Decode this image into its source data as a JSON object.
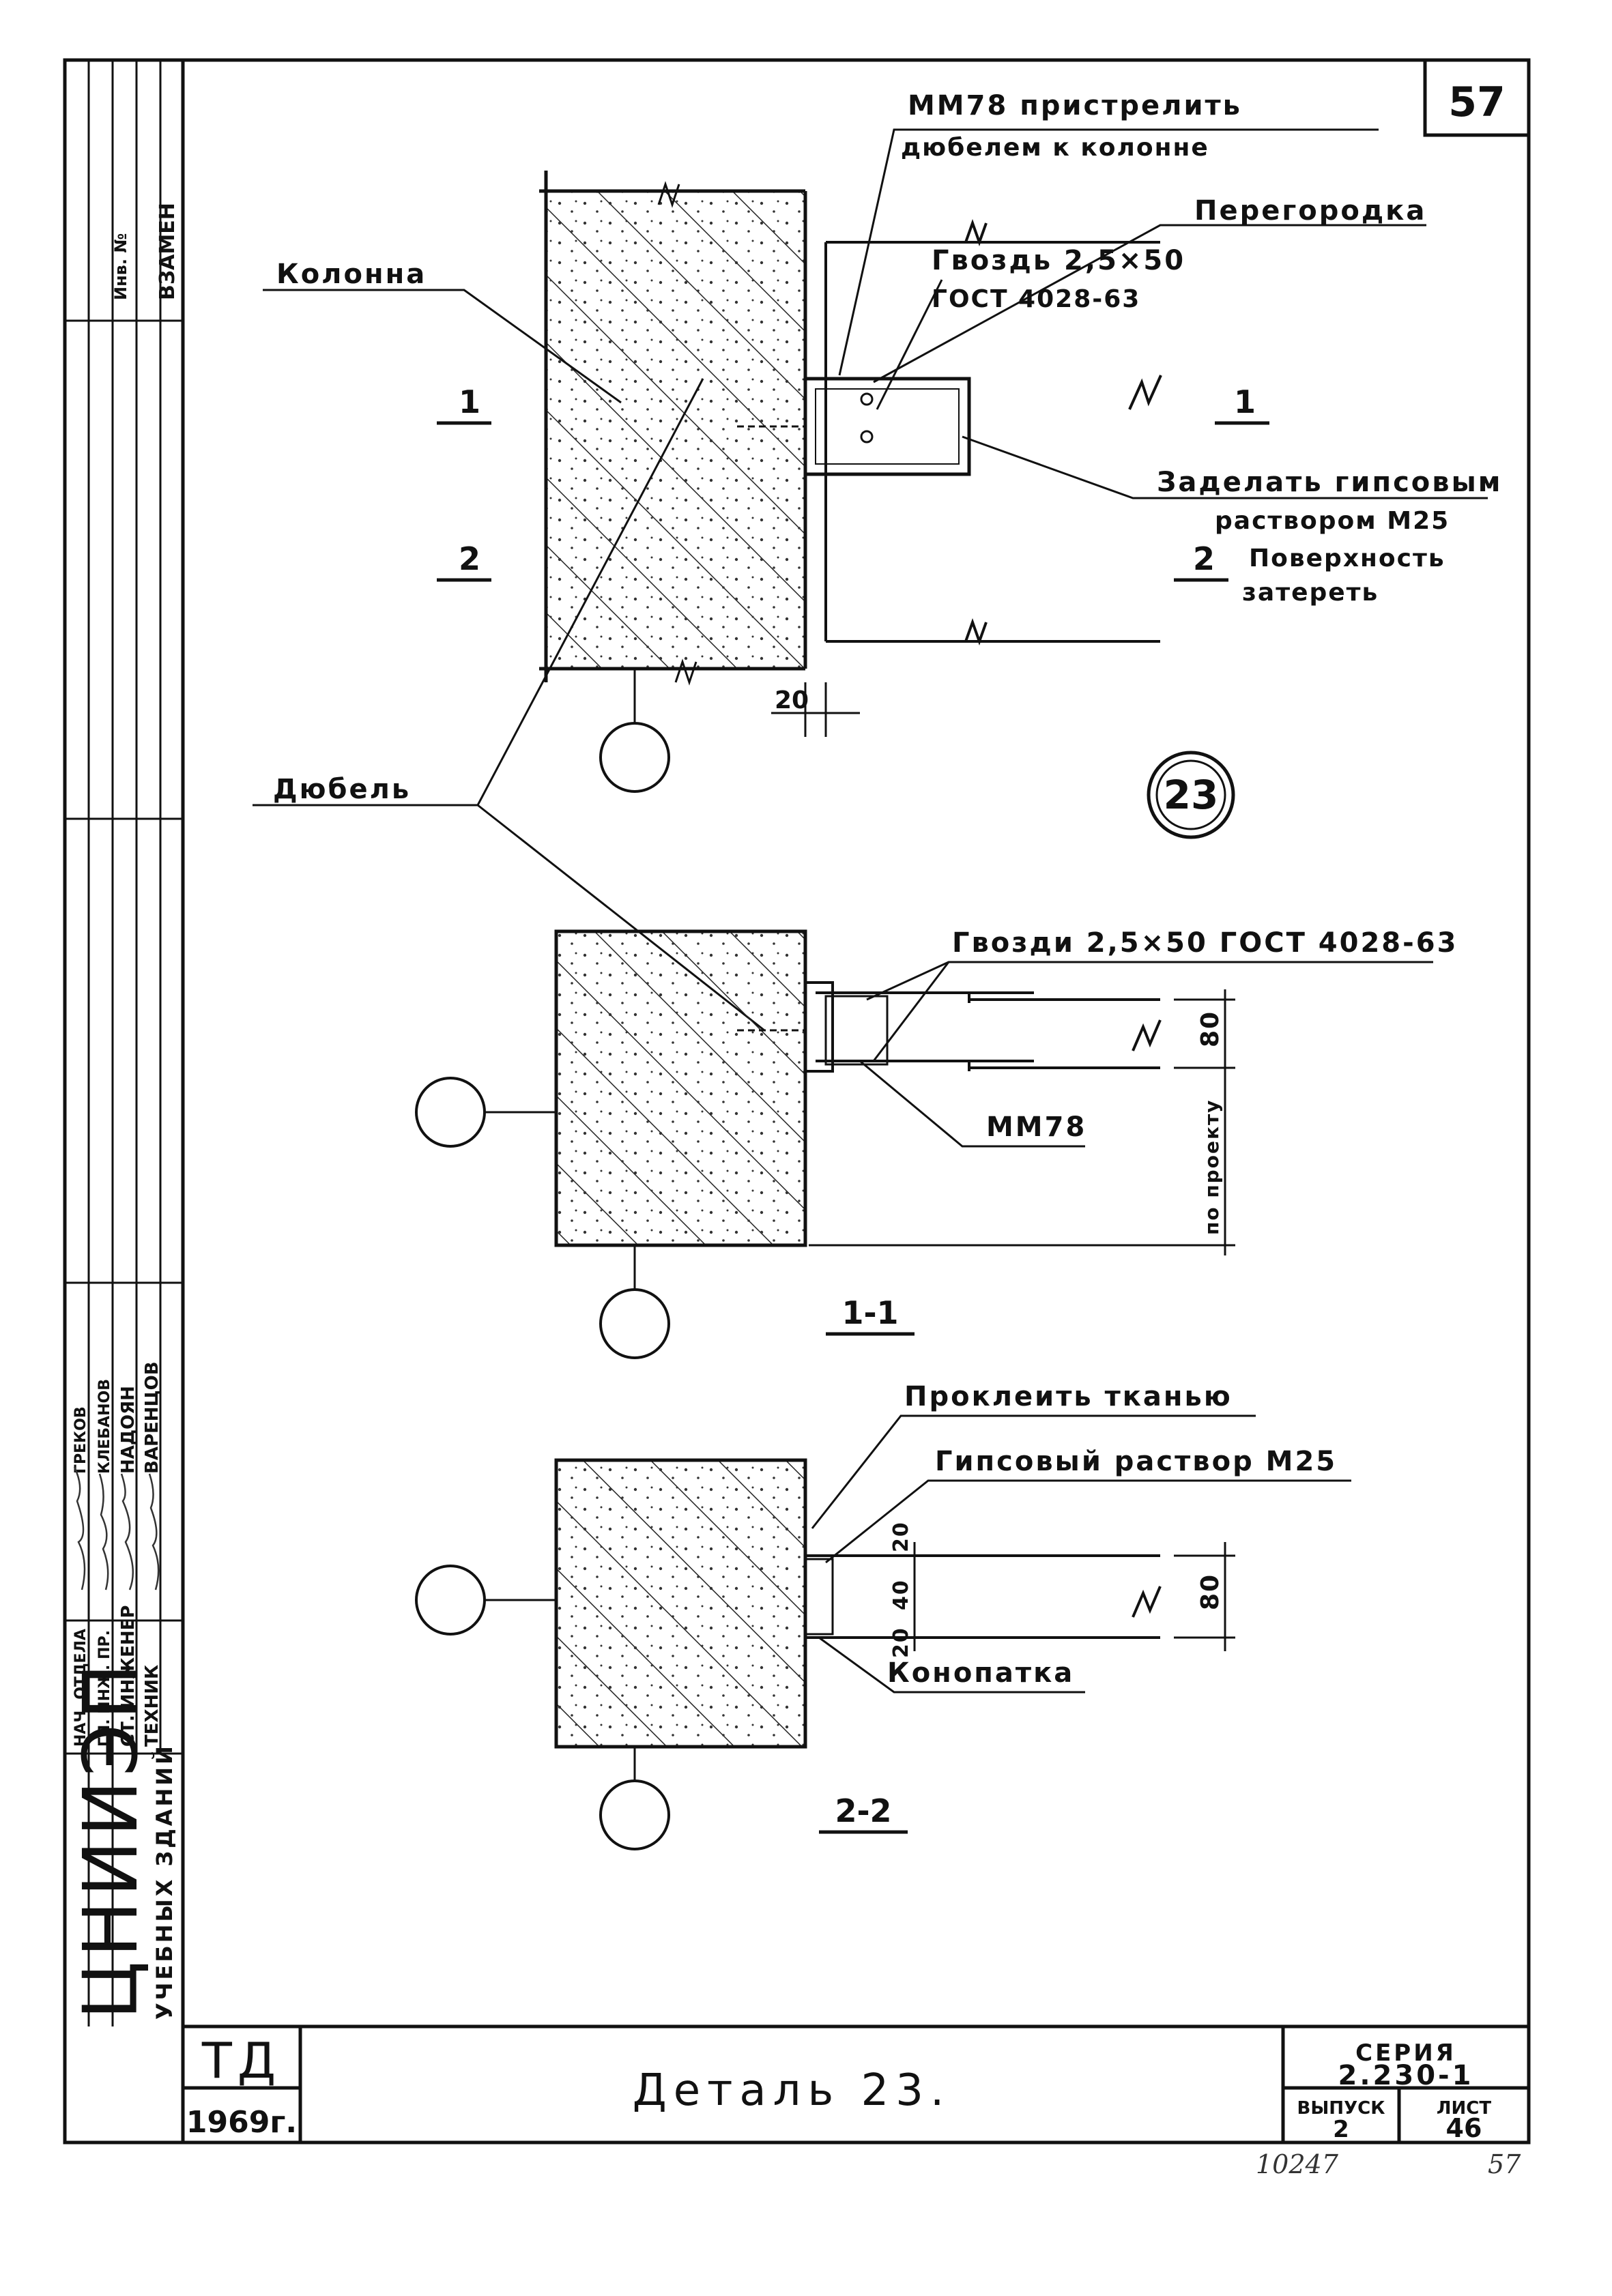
{
  "sheet": {
    "page_number": "57",
    "detail_badge": "23",
    "title": "Деталь 23.",
    "td_label": "ТД",
    "year": "1969г.",
    "series_label": "СЕРИЯ",
    "series_value": "2.230-1",
    "issue_label": "ВЫПУСК",
    "issue_value": "2",
    "list_label": "ЛИСТ",
    "list_value": "46",
    "footer_number": "10247",
    "footer_page": "57"
  },
  "side_stamp": {
    "org": "ЦНИИЭП",
    "org_sub": "УЧЕБНЫХ ЗДАНИЙ",
    "replace_label": "ВЗАМЕН",
    "inv_label": "Инв. №",
    "roles": [
      {
        "role": "НАЧ. ОТДЕЛА",
        "name": "ГРЕКОВ"
      },
      {
        "role": "ГЛ. ИНЖ. ПР.",
        "name": "КЛЕБАНОВ"
      },
      {
        "role": "СТ. ИНЖЕНЕР",
        "name": "НАДОЯН"
      },
      {
        "role": "ТЕХНИК",
        "name": "ВАРЕНЦОВ"
      }
    ]
  },
  "plan": {
    "label_column": "Колонна",
    "label_mm": "ММ78 пристрелить",
    "label_mm2": "дюбелем к колонне",
    "label_partition": "Перегородка",
    "label_nail": "Гвоздь 2,5×50",
    "label_gost": "ГОСТ 4028-63",
    "label_fill": "Заделать гипсовым",
    "label_fill2": "раствором М25",
    "label_surface_num": "2",
    "label_surface": "Поверхность",
    "label_surface2": "затереть",
    "label_dowel": "Дюбель",
    "cut1_left": "1",
    "cut1_right": "1",
    "cut2_left": "2",
    "dim_20": "20"
  },
  "section1": {
    "label_nails": "Гвозди 2,5×50  ГОСТ 4028-63",
    "label_mm": "ММ78",
    "dim_80": "80",
    "dim_project": "по проекту",
    "title": "1-1"
  },
  "section2": {
    "label_glue": "Проклеить тканью",
    "label_gypsum": "Гипсовый раствор М25",
    "label_caulk": "Конопатка",
    "dim_20a": "20",
    "dim_40": "40",
    "dim_20b": "20",
    "dim_80": "80",
    "title": "2-2"
  }
}
